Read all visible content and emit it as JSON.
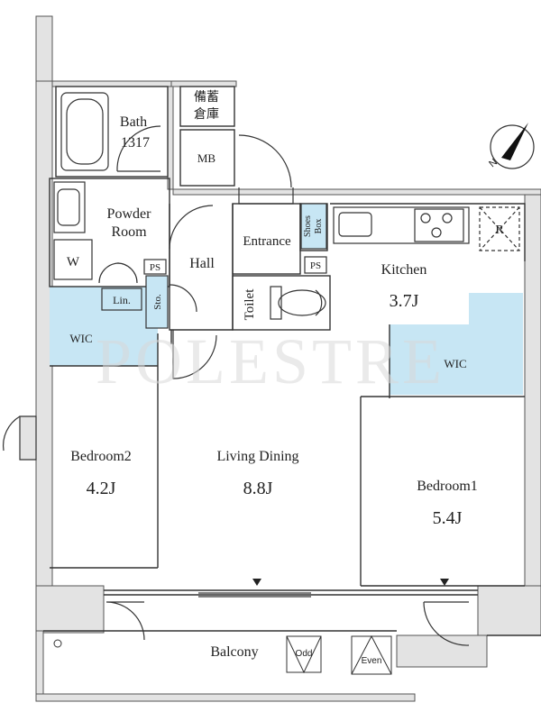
{
  "watermark": "POLESTRE",
  "rooms": {
    "bath": {
      "name": "Bath",
      "size": "1317"
    },
    "storage_jp": {
      "line1": "備蓄",
      "line2": "倉庫"
    },
    "mb": "MB",
    "powder_room": {
      "line1": "Powder",
      "line2": "Room"
    },
    "washer": "W",
    "linen": "Lin.",
    "ps_hall": "PS",
    "ps_entrance": "PS",
    "hall": "Hall",
    "storage": "Sto.",
    "entrance": "Entrance",
    "shoes_box": {
      "line1": "Shoes",
      "line2": "Box"
    },
    "toilet": "Toilet",
    "kitchen": {
      "name": "Kitchen",
      "size": "3.7J"
    },
    "refrigerator": "R",
    "wic_left": "WIC",
    "wic_right": "WIC",
    "bedroom2": {
      "name": "Bedroom2",
      "size": "4.2J"
    },
    "living_dining": {
      "name": "Living Dining",
      "size": "8.8J"
    },
    "bedroom1": {
      "name": "Bedroom1",
      "size": "5.4J"
    },
    "balcony": "Balcony",
    "unit_odd": "Odd",
    "unit_even": "Even"
  },
  "compass": {
    "label": "N"
  },
  "colors": {
    "wall": "#e3e3e3",
    "wic_fill": "#c7e6f4",
    "ps_fill": "#c7e6f4",
    "line": "#333333"
  }
}
